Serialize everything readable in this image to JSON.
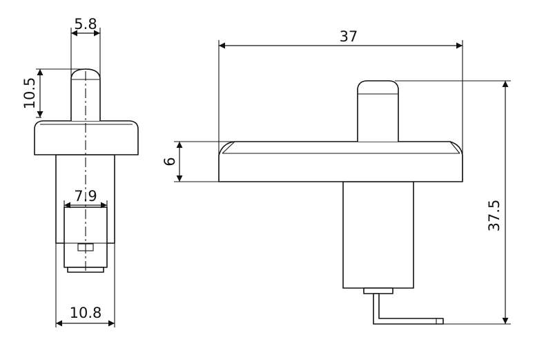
{
  "dimensions": {
    "pin_width": "5.8",
    "pin_height": "10.5",
    "terminal_width": "7.9",
    "body_width": "10.8",
    "overall_width": "37",
    "flange_thickness": "6",
    "overall_height": "37.5"
  }
}
